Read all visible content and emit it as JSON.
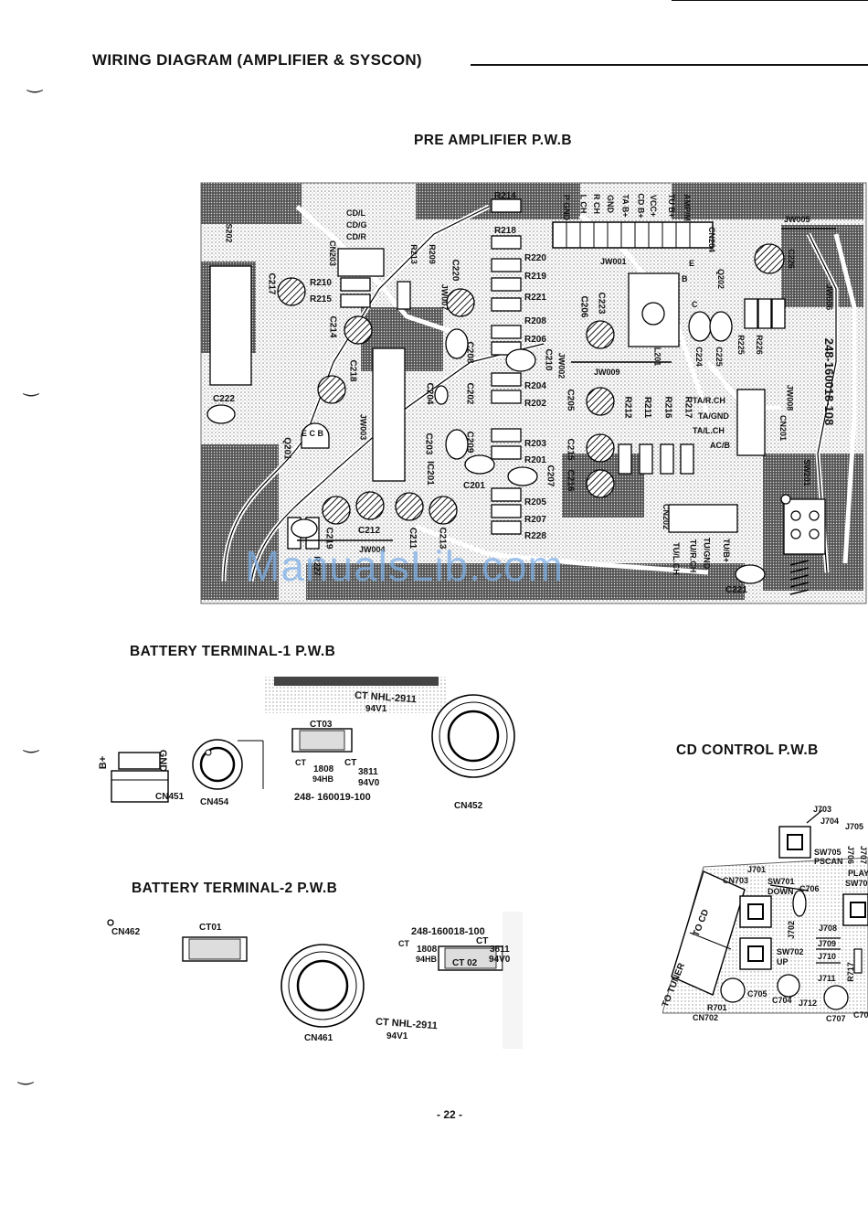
{
  "header": {
    "title": "WIRING DIAGRAM (AMPLIFIER & SYSCON)"
  },
  "pre_amp": {
    "title": "PRE AMPLIFIER P.W.B",
    "labels": [
      "S202",
      "C217",
      "R210",
      "R215",
      "C214",
      "C218",
      "C222",
      "Q201",
      "E C B",
      "JW003",
      "R213",
      "R209",
      "C220",
      "JW007",
      "CD/L",
      "CD/G",
      "CD/R",
      "CN203",
      "R214",
      "R218",
      "R220",
      "R219",
      "R221",
      "R208",
      "R206",
      "C208",
      "C210",
      "JW002",
      "R204",
      "R202",
      "C202",
      "C204",
      "C203",
      "IC201",
      "C209",
      "R203",
      "R201",
      "C201",
      "C207",
      "R205",
      "R207",
      "R228",
      "C219",
      "C212",
      "C211",
      "C213",
      "JW004",
      "R227",
      "C206",
      "C223",
      "C205",
      "C215",
      "C216",
      "R212",
      "R211",
      "R216",
      "R217",
      "JW009",
      "L201",
      "C224",
      "C225",
      "Q202",
      "R225",
      "R226",
      "C226",
      "JW005",
      "JW006",
      "JW008",
      "JW001",
      "CN204",
      "CN201",
      "CN202",
      "SW201",
      "C221",
      "P GND",
      "L CH",
      "R CH",
      "GND",
      "TA B+",
      "CD B+",
      "VCC+",
      "TU B+",
      "AMP/M",
      "TA/R.CH",
      "TA/GND",
      "TA/L.CH",
      "AC/B",
      "TU/B+",
      "TU/GND",
      "TU/R.CH",
      "TU/L.CH",
      "248-160018-108",
      "E",
      "B",
      "C"
    ]
  },
  "bt1": {
    "title": "BATTERY TERMINAL-1 P.W.B",
    "labels": [
      "B+",
      "GND",
      "CN451",
      "CN454",
      "CT03",
      "CT",
      "1808",
      "94HB",
      "CT",
      "3811",
      "94V0",
      "248- 160019-100",
      "CT NHL-2911",
      "94V1",
      "CN452"
    ]
  },
  "bt2": {
    "title": "BATTERY TERMINAL-2 P.W.B",
    "labels": [
      "CN462",
      "CT01",
      "248-160018-100",
      "CT",
      "1808",
      "94HB",
      "CT",
      "3811",
      "94V0",
      "CT 02",
      "CN461",
      "CT NHL-2911",
      "94V1"
    ]
  },
  "cd": {
    "title": "CD CONTROL P.W.B",
    "labels": [
      "J703",
      "J704",
      "J705",
      "SW705",
      "PSCAN",
      "J706",
      "J707",
      "PLAY",
      "SW70",
      "J701",
      "CN703",
      "SW701",
      "DOWN",
      "C706",
      "TO CD",
      "J702",
      "J708",
      "SW702",
      "UP",
      "J709",
      "J710",
      "R717",
      "TO TUNER",
      "R701",
      "C705",
      "C704",
      "J711",
      "J712",
      "CN702",
      "C707",
      "C70"
    ]
  },
  "watermark": "ManualsLib.com",
  "page_number": "- 22 -"
}
